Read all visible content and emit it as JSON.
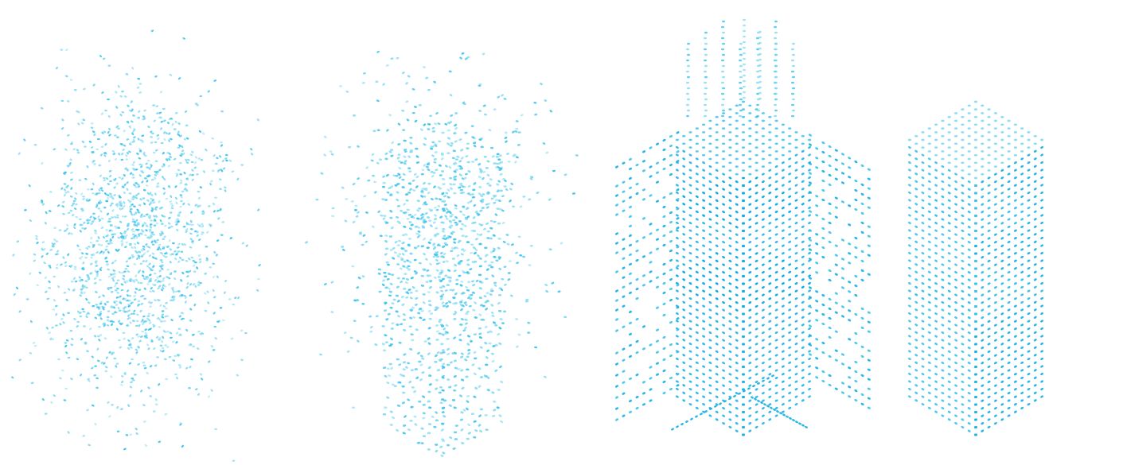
{
  "colors": {
    "background": "#ffffff",
    "dot_light": "#7fd8f2",
    "dot_mid": "#3cc2ec",
    "dot_dark": "#12aee6"
  },
  "stages": [
    {
      "id": "stage-1",
      "state": "scattered",
      "icon": "scattered-particles-cloud"
    },
    {
      "id": "stage-2",
      "state": "converging",
      "icon": "particles-forming-column"
    },
    {
      "id": "stage-3",
      "state": "assembling",
      "icon": "column-with-particle-streams"
    },
    {
      "id": "stage-4",
      "state": "assembled",
      "icon": "solid-dotted-column"
    }
  ]
}
